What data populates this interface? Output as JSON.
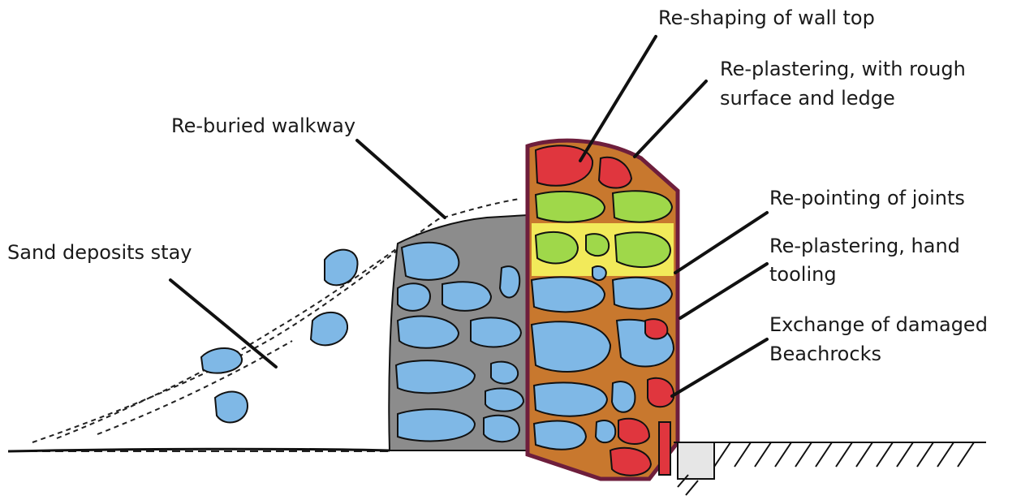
{
  "labels": {
    "reshaping_wall_top": "Re-shaping of wall top",
    "replastering_rough_1": "Re-plastering, with rough",
    "replastering_rough_2": "surface and ledge",
    "reburied_walkway": "Re-buried walkway",
    "repointing_joints": "Re-pointing of joints",
    "sand_deposits": "Sand deposits stay",
    "replastering_hand_1": "Re-plastering, hand",
    "replastering_hand_2": "tooling",
    "exchange_beachrocks_1": "Exchange of damaged",
    "exchange_beachrocks_2": "Beachrocks"
  },
  "colors": {
    "stone_blue": "#7fb8e6",
    "stone_red": "#e0363e",
    "stone_green": "#9fd84a",
    "plaster_yellow": "#f2ea5a",
    "wall_orange": "#c8782e",
    "wall_outline": "#6e1e3c",
    "mortar_grey": "#8c8c8c",
    "ink": "#111111"
  }
}
